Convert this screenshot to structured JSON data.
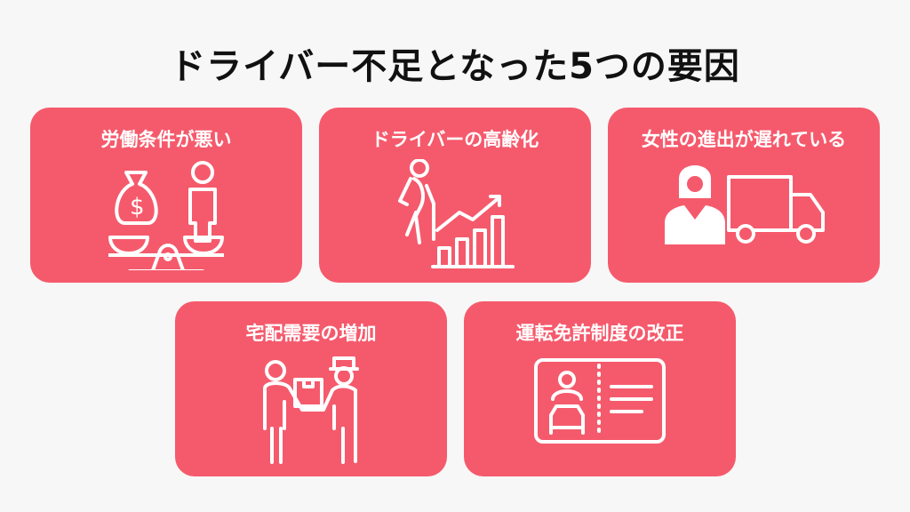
{
  "title": "ドライバー不足となった5つの要因",
  "cards": [
    {
      "label": "労働条件が悪い",
      "icon": "scale-money-person-icon"
    },
    {
      "label": "ドライバーの高齢化",
      "icon": "elderly-growth-chart-icon"
    },
    {
      "label": "女性の進出が遅れている",
      "icon": "woman-truck-icon"
    },
    {
      "label": "宅配需要の増加",
      "icon": "package-handover-icon"
    },
    {
      "label": "運転免許制度の改正",
      "icon": "driver-license-icon"
    }
  ],
  "colors": {
    "card": "#f55a6c",
    "background": "#f7f7f7"
  }
}
